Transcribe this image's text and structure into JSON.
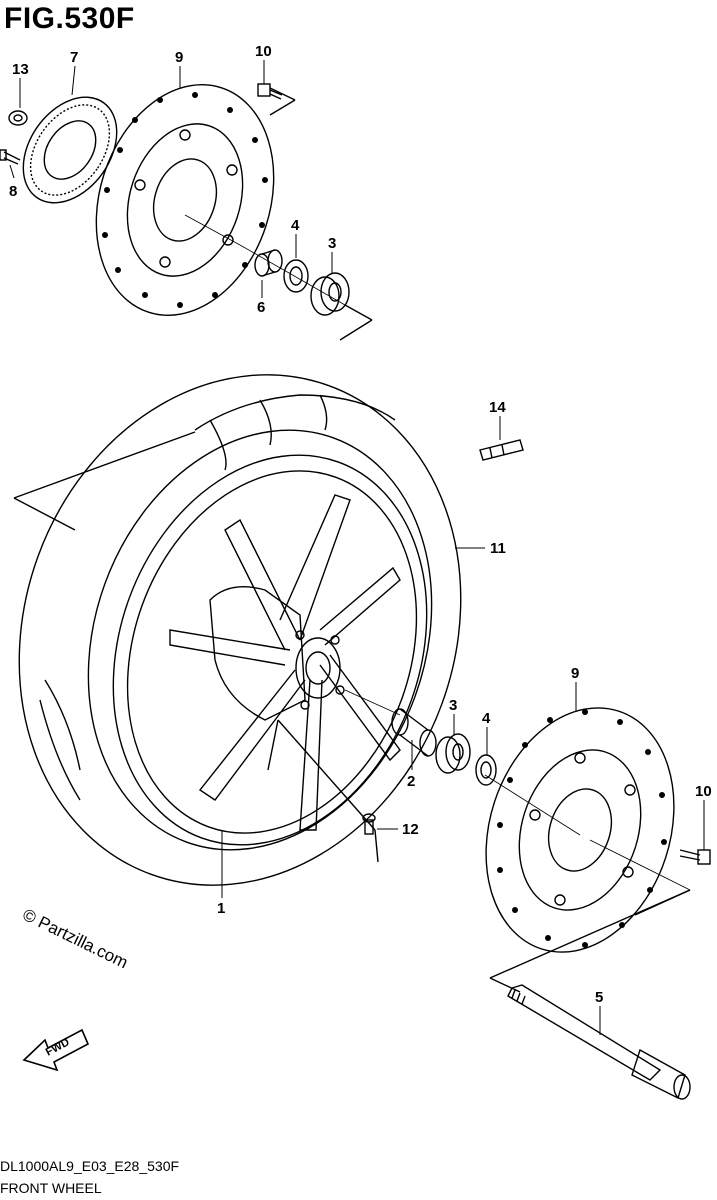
{
  "figure": {
    "title": "FIG.530F"
  },
  "callouts": {
    "c13": "13",
    "c7": "7",
    "c9_top": "9",
    "c10_top": "10",
    "c8": "8",
    "c4_top": "4",
    "c3_top": "3",
    "c6": "6",
    "c14": "14",
    "c11": "11",
    "c9_right": "9",
    "c3_mid": "3",
    "c4_mid": "4",
    "c2": "2",
    "c10_right": "10",
    "c12": "12",
    "c1": "1",
    "c5": "5"
  },
  "watermark": "© Partzilla.com",
  "fwd_label": "FWD",
  "footer": {
    "code": "DL1000AL9_E03_E28_530F",
    "name": "FRONT WHEEL"
  }
}
